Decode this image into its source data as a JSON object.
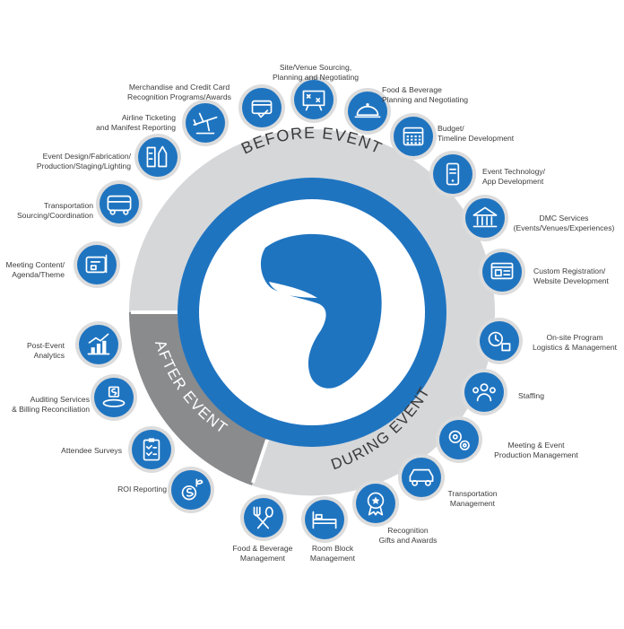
{
  "colors": {
    "accent_blue": "#1f74c0",
    "ring_light": "#d6d7d9",
    "ring_dark": "#8a8b8d",
    "icon_ring": "#dcdcdc",
    "label_text": "#3c3c3c"
  },
  "phases": {
    "before": "BEFORE EVENT",
    "during": "DURING EVENT",
    "after": "AFTER EVENT"
  },
  "logo_icon": "eagle-head-logo",
  "services": [
    {
      "id": "merchandise",
      "label": "Merchandise and Credit Card\nRecognition Programs/Awards",
      "icon": "credit-card-icon"
    },
    {
      "id": "site-venue",
      "label": "Site/Venue Sourcing,\nPlanning and Negotiating",
      "icon": "strategy-board-icon"
    },
    {
      "id": "fb-planning",
      "label": "Food & Beverage\nPlanning and Negotiating",
      "icon": "catering-icon"
    },
    {
      "id": "budget",
      "label": "Budget/\nTimeline Development",
      "icon": "calendar-icon"
    },
    {
      "id": "event-tech",
      "label": "Event Technology/\nApp Development",
      "icon": "mobile-app-icon"
    },
    {
      "id": "dmc",
      "label": "DMC Services\n(Events/Venues/Experiences)",
      "icon": "venue-building-icon"
    },
    {
      "id": "registration",
      "label": "Custom Registration/\nWebsite Development",
      "icon": "website-icon"
    },
    {
      "id": "onsite",
      "label": "On-site Program\nLogistics & Management",
      "icon": "logistics-icon"
    },
    {
      "id": "staffing",
      "label": "Staffing",
      "icon": "team-icon"
    },
    {
      "id": "production",
      "label": "Meeting & Event\nProduction Management",
      "icon": "gears-icon"
    },
    {
      "id": "transport-mgmt",
      "label": "Transportation\nManagement",
      "icon": "car-icon"
    },
    {
      "id": "recognition",
      "label": "Recognition\nGifts and Awards",
      "icon": "award-ribbon-icon"
    },
    {
      "id": "room-block",
      "label": "Room Block\nManagement",
      "icon": "bed-icon"
    },
    {
      "id": "fb-mgmt",
      "label": "Food & Beverage\nManagement",
      "icon": "fork-spoon-icon"
    },
    {
      "id": "roi",
      "label": "ROI Reporting",
      "icon": "money-plant-icon"
    },
    {
      "id": "surveys",
      "label": "Attendee Surveys",
      "icon": "clipboard-checklist-icon"
    },
    {
      "id": "auditing",
      "label": "Auditing Services\n& Billing Reconciliation",
      "icon": "coins-audit-icon"
    },
    {
      "id": "post-event",
      "label": "Post-Event\nAnalytics",
      "icon": "growth-chart-icon"
    },
    {
      "id": "meeting-content",
      "label": "Meeting Content/\nAgenda/Theme",
      "icon": "blueprint-icon"
    },
    {
      "id": "transport-sourcing",
      "label": "Transportation\nSourcing/Coordination",
      "icon": "bus-icon"
    },
    {
      "id": "event-design",
      "label": "Event Design/Fabrication/\nProduction/Staging/Lighting",
      "icon": "design-tools-icon"
    },
    {
      "id": "airline",
      "label": "Airline Ticketing\nand Manifest Reporting",
      "icon": "airplane-icon"
    }
  ]
}
